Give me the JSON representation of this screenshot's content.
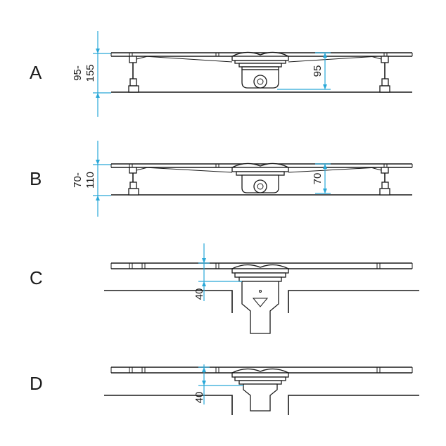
{
  "rows": [
    {
      "label": "A",
      "dim_range_top": "95-",
      "dim_range_bottom": "155",
      "dim_inner": "95"
    },
    {
      "label": "B",
      "dim_range_top": "70-",
      "dim_range_bottom": "110",
      "dim_inner": "70"
    },
    {
      "label": "C",
      "dim_inner": "40"
    },
    {
      "label": "D",
      "dim_inner": "40"
    }
  ],
  "colors": {
    "line": "#1a1a1a",
    "dimension": "#29a8d8",
    "background": "#ffffff"
  }
}
